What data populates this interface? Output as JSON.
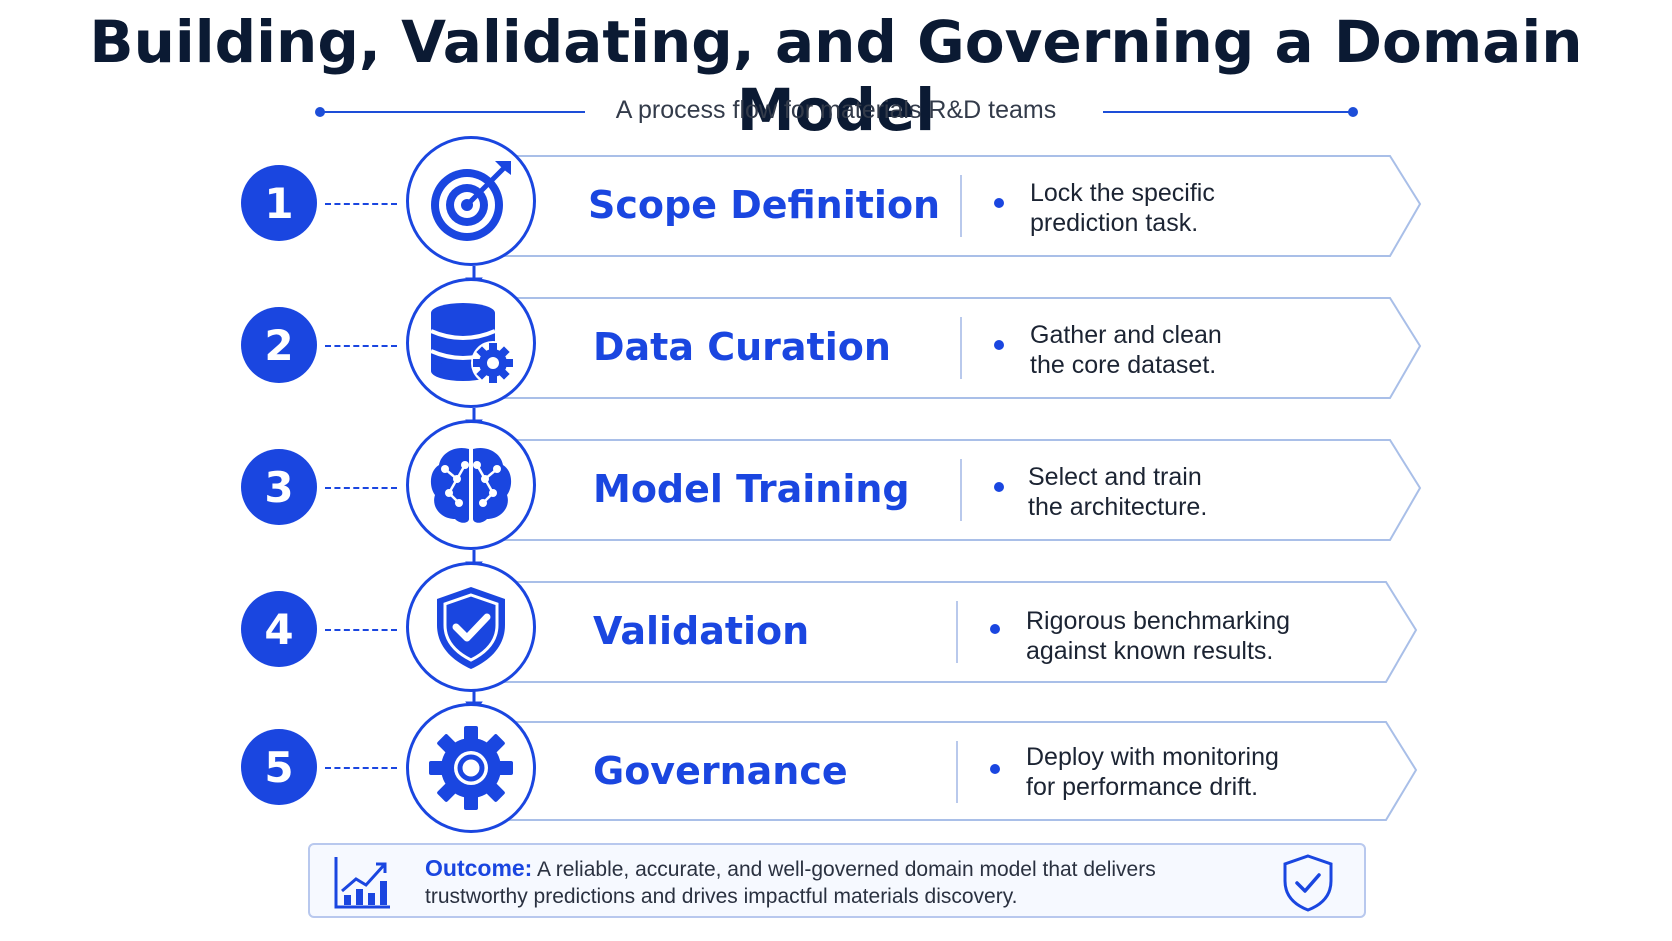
{
  "title": "Building, Validating, and Governing a Domain Model",
  "subtitle": "A process flow for materials R&D teams",
  "colors": {
    "accent": "#1a46e0",
    "heading": "#0b1a33",
    "band_border": "#a9bfe8"
  },
  "steps": [
    {
      "number": "1",
      "title": "Scope Definition",
      "icon": "target-icon",
      "desc": [
        "Lock the specific",
        "prediction task."
      ]
    },
    {
      "number": "2",
      "title": "Data Curation",
      "icon": "database-gear-icon",
      "desc": [
        "Gather and clean",
        "the core dataset."
      ]
    },
    {
      "number": "3",
      "title": "Model Training",
      "icon": "brain-network-icon",
      "desc": [
        "Select and train",
        "the architecture."
      ]
    },
    {
      "number": "4",
      "title": "Validation",
      "icon": "shield-check-icon",
      "desc": [
        "Rigorous benchmarking",
        "against known results."
      ]
    },
    {
      "number": "5",
      "title": "Governance",
      "icon": "gear-icon",
      "desc": [
        "Deploy with monitoring",
        "for performance drift."
      ]
    }
  ],
  "outcome": {
    "label": "Outcome:",
    "text": "A reliable, accurate, and well-governed domain model that delivers trustworthy predictions and drives impactful materials discovery.",
    "left_icon": "growth-chart-icon",
    "right_icon": "shield-check-icon"
  }
}
